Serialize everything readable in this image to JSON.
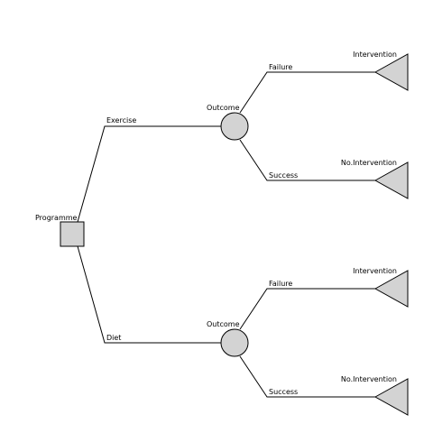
{
  "diagram": {
    "colors": {
      "background": "#ffffff",
      "node_fill": "#d3d3d3",
      "line": "#000000"
    },
    "root": {
      "label": "Programme",
      "shape": "decision-square"
    },
    "branches": [
      {
        "edge_label": "Exercise",
        "chance": {
          "label": "Outcome",
          "shape": "chance-circle"
        },
        "outcomes": [
          {
            "edge_label": "Failure",
            "terminal": {
              "label": "Intervention",
              "shape": "terminal-triangle"
            }
          },
          {
            "edge_label": "Success",
            "terminal": {
              "label": "No.Intervention",
              "shape": "terminal-triangle"
            }
          }
        ]
      },
      {
        "edge_label": "Diet",
        "chance": {
          "label": "Outcome",
          "shape": "chance-circle"
        },
        "outcomes": [
          {
            "edge_label": "Failure",
            "terminal": {
              "label": "Intervention",
              "shape": "terminal-triangle"
            }
          },
          {
            "edge_label": "Success",
            "terminal": {
              "label": "No.Intervention",
              "shape": "terminal-triangle"
            }
          }
        ]
      }
    ]
  }
}
